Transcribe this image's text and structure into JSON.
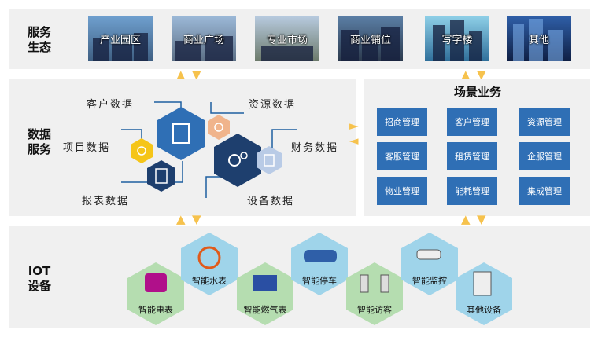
{
  "service": {
    "label": "服务\n生态",
    "tiles": [
      {
        "label": "产业园区"
      },
      {
        "label": "商业广场"
      },
      {
        "label": "专业市场"
      },
      {
        "label": "商业铺位"
      },
      {
        "label": "写字楼"
      },
      {
        "label": "其他"
      }
    ]
  },
  "data_service": {
    "label": "数据\n服务",
    "items": [
      {
        "label": "客户数据"
      },
      {
        "label": "资源数据"
      },
      {
        "label": "项目数据"
      },
      {
        "label": "财务数据"
      },
      {
        "label": "报表数据"
      },
      {
        "label": "设备数据"
      }
    ]
  },
  "scene": {
    "title": "场景业务",
    "buttons": [
      {
        "label": "招商管理"
      },
      {
        "label": "客户管理"
      },
      {
        "label": "资源管理"
      },
      {
        "label": "客服管理"
      },
      {
        "label": "租赁管理"
      },
      {
        "label": "企服管理"
      },
      {
        "label": "物业管理"
      },
      {
        "label": "能耗管理"
      },
      {
        "label": "集成管理"
      }
    ]
  },
  "iot": {
    "label": "IOT\n设备",
    "devices": [
      {
        "label": "智能电表",
        "icon": "meter-icon"
      },
      {
        "label": "智能水表",
        "icon": "stopwatch-icon"
      },
      {
        "label": "智能燃气表",
        "icon": "chip-icon"
      },
      {
        "label": "智能停车",
        "icon": "car-icon"
      },
      {
        "label": "智能访客",
        "icon": "turnstile-icon"
      },
      {
        "label": "智能监控",
        "icon": "camera-icon"
      },
      {
        "label": "其他设备",
        "icon": "machine-icon"
      }
    ]
  },
  "colors": {
    "accent": "#2f6fb5",
    "arrow": "#f6c24d",
    "hex_dark": "#1e3f6e",
    "hex_green": "#b5ddb0"
  }
}
